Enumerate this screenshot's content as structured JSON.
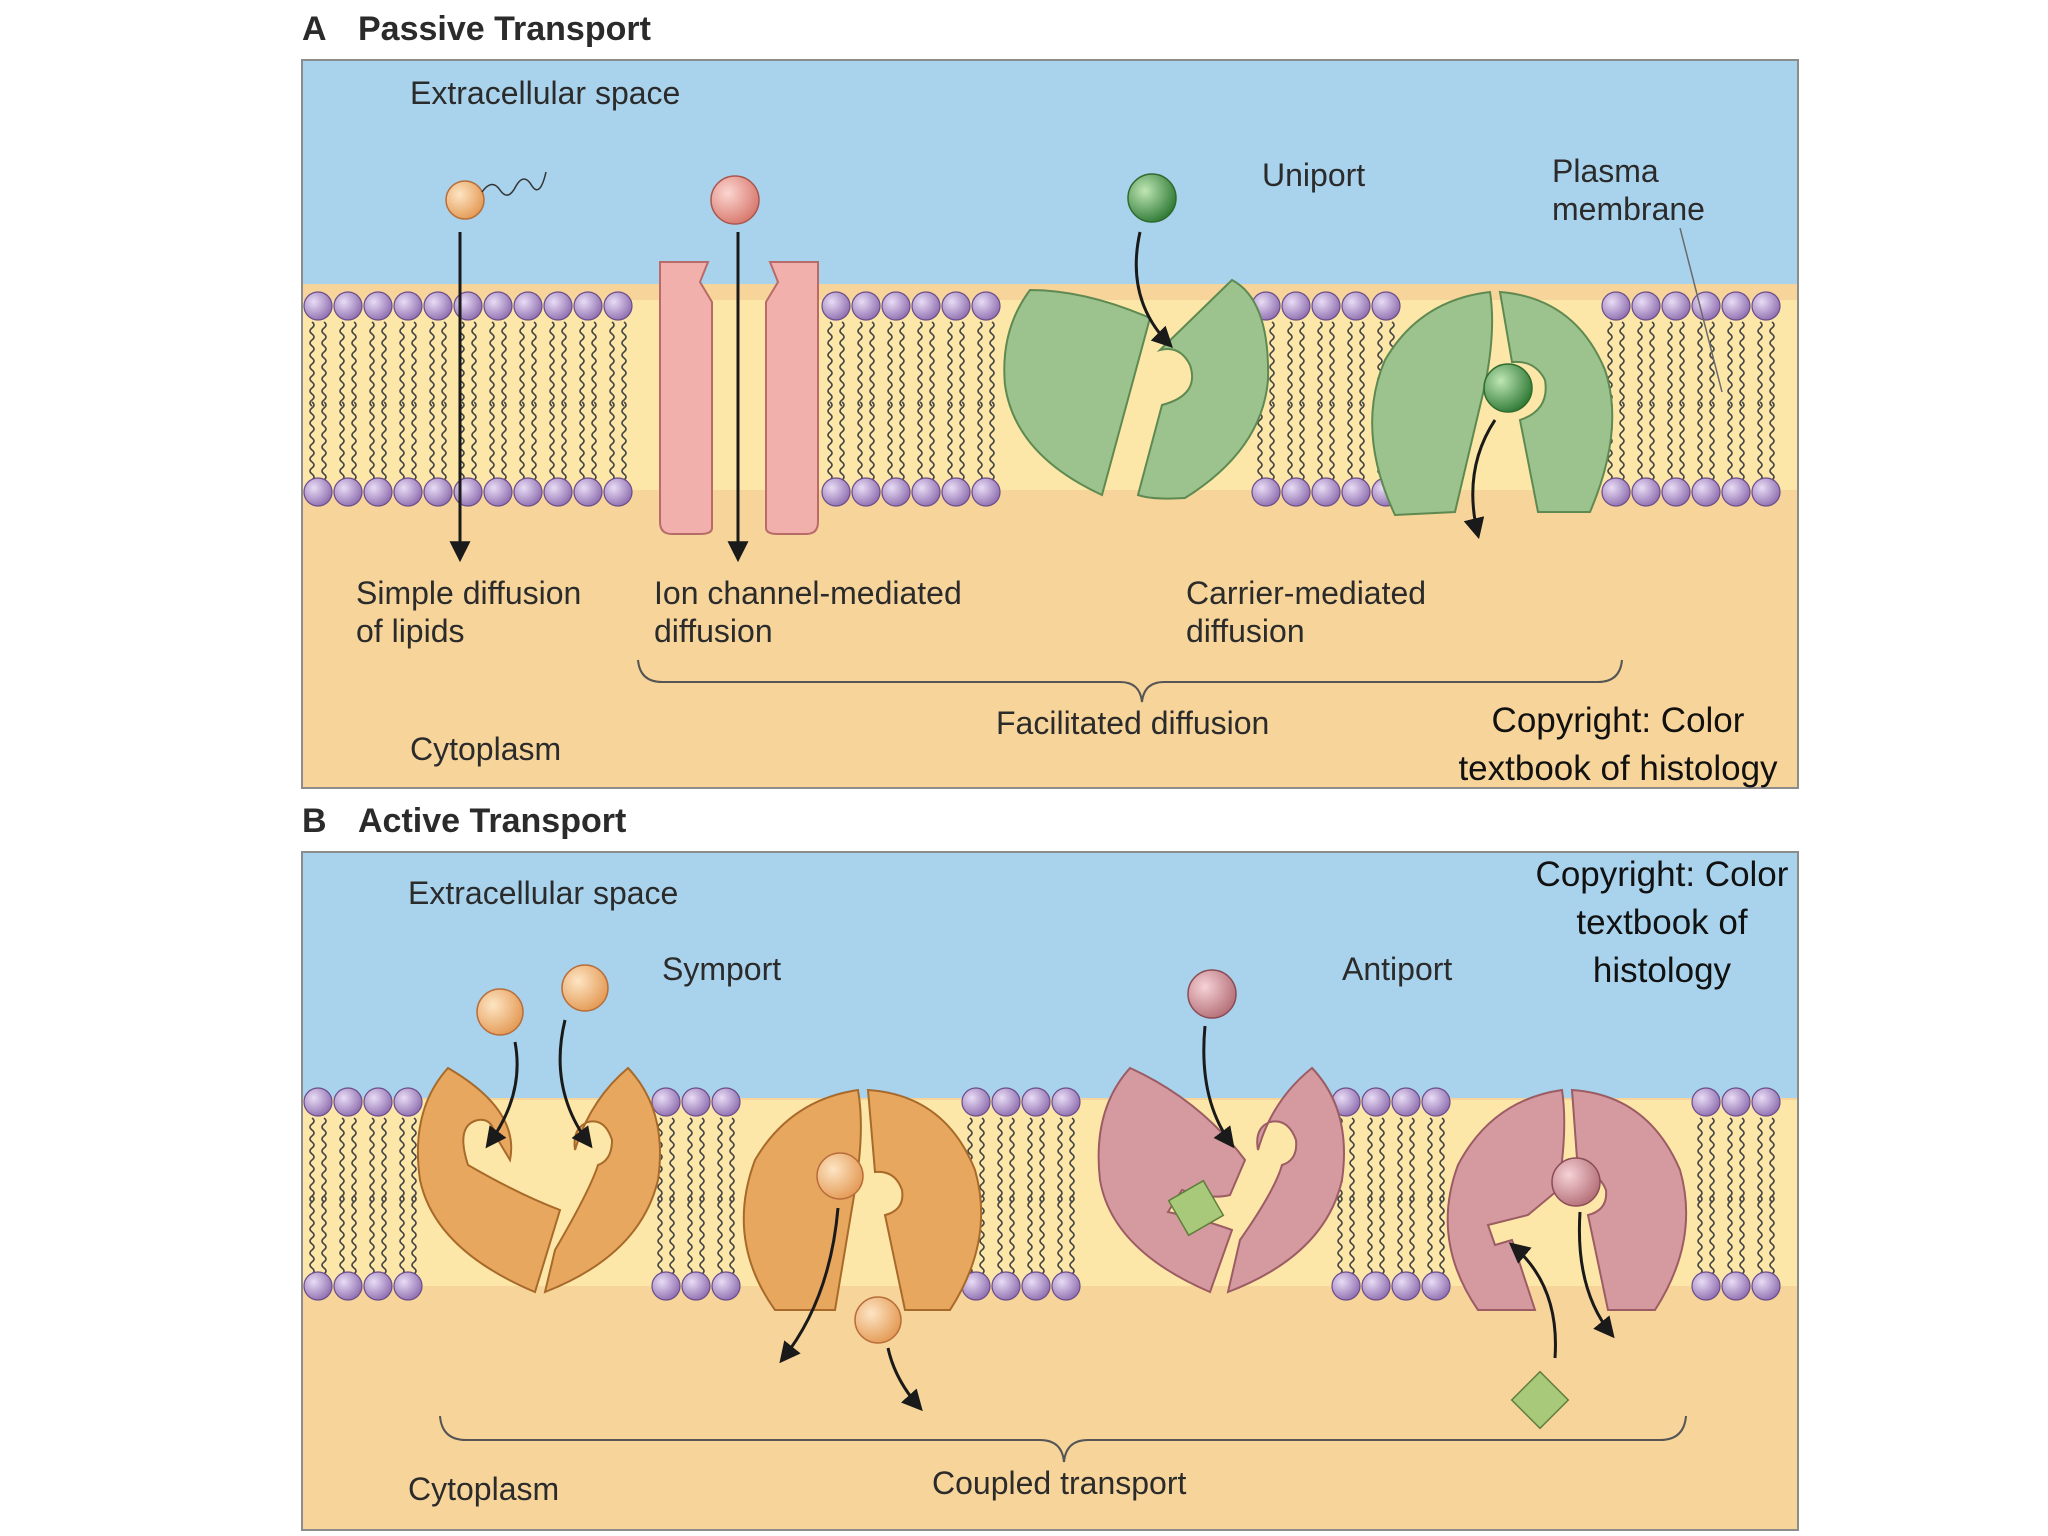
{
  "panel_a": {
    "letter": "A",
    "title": "Passive Transport",
    "extracellular": "Extracellular space",
    "cytoplasm": "Cytoplasm",
    "uniport": "Uniport",
    "plasma_membrane": [
      "Plasma",
      "membrane"
    ],
    "simple_diffusion": [
      "Simple diffusion",
      "of lipids"
    ],
    "ion_channel": [
      "Ion channel-mediated",
      "diffusion"
    ],
    "carrier": [
      "Carrier-mediated",
      "diffusion"
    ],
    "facilitated": "Facilitated diffusion",
    "copyright": [
      "Copyright: Color",
      "textbook of histology"
    ]
  },
  "panel_b": {
    "letter": "B",
    "title": "Active Transport",
    "extracellular": "Extracellular space",
    "cytoplasm": "Cytoplasm",
    "symport": "Symport",
    "antiport": "Antiport",
    "coupled": "Coupled transport",
    "copyright": [
      "Copyright: Color",
      "textbook of",
      "histology"
    ]
  },
  "colors": {
    "extracellular": "#a9d3ec",
    "cytoplasm": "#f6d49a",
    "membrane_core": "#fde7a8",
    "lipid_head": "#a98ac4",
    "channel": "#f2b0ad",
    "uniporter": "#9cc28d",
    "symporter": "#e7a75f",
    "antiporter": "#d49aa0",
    "solute_orange": "#efae72",
    "solute_pink": "#e89288",
    "solute_green": "#4f9a4f",
    "solute_square": "#a9c97a"
  }
}
